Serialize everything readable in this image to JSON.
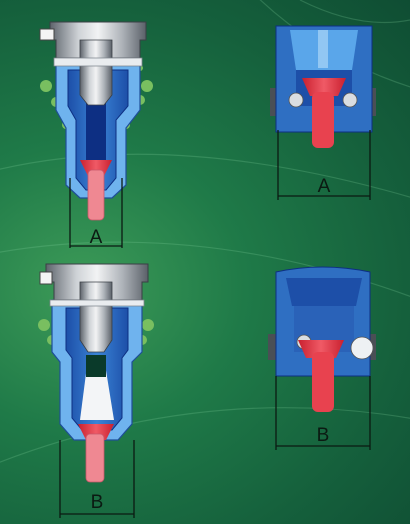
{
  "labels": {
    "top_left": "A",
    "top_right": "A",
    "bottom_left": "B",
    "bottom_right": "B"
  },
  "colors": {
    "background": "#1f7a48",
    "blue_body": "#2f6fc2",
    "light_blue": "#6fb3ee",
    "dark_blue": "#0d2f83",
    "red_valve": "#e8424f",
    "pink_stem": "#ee8a92",
    "gray_metal": "#9aa0a8",
    "green_balls": "#75b95d",
    "dark_gray": "#4a4f55"
  }
}
